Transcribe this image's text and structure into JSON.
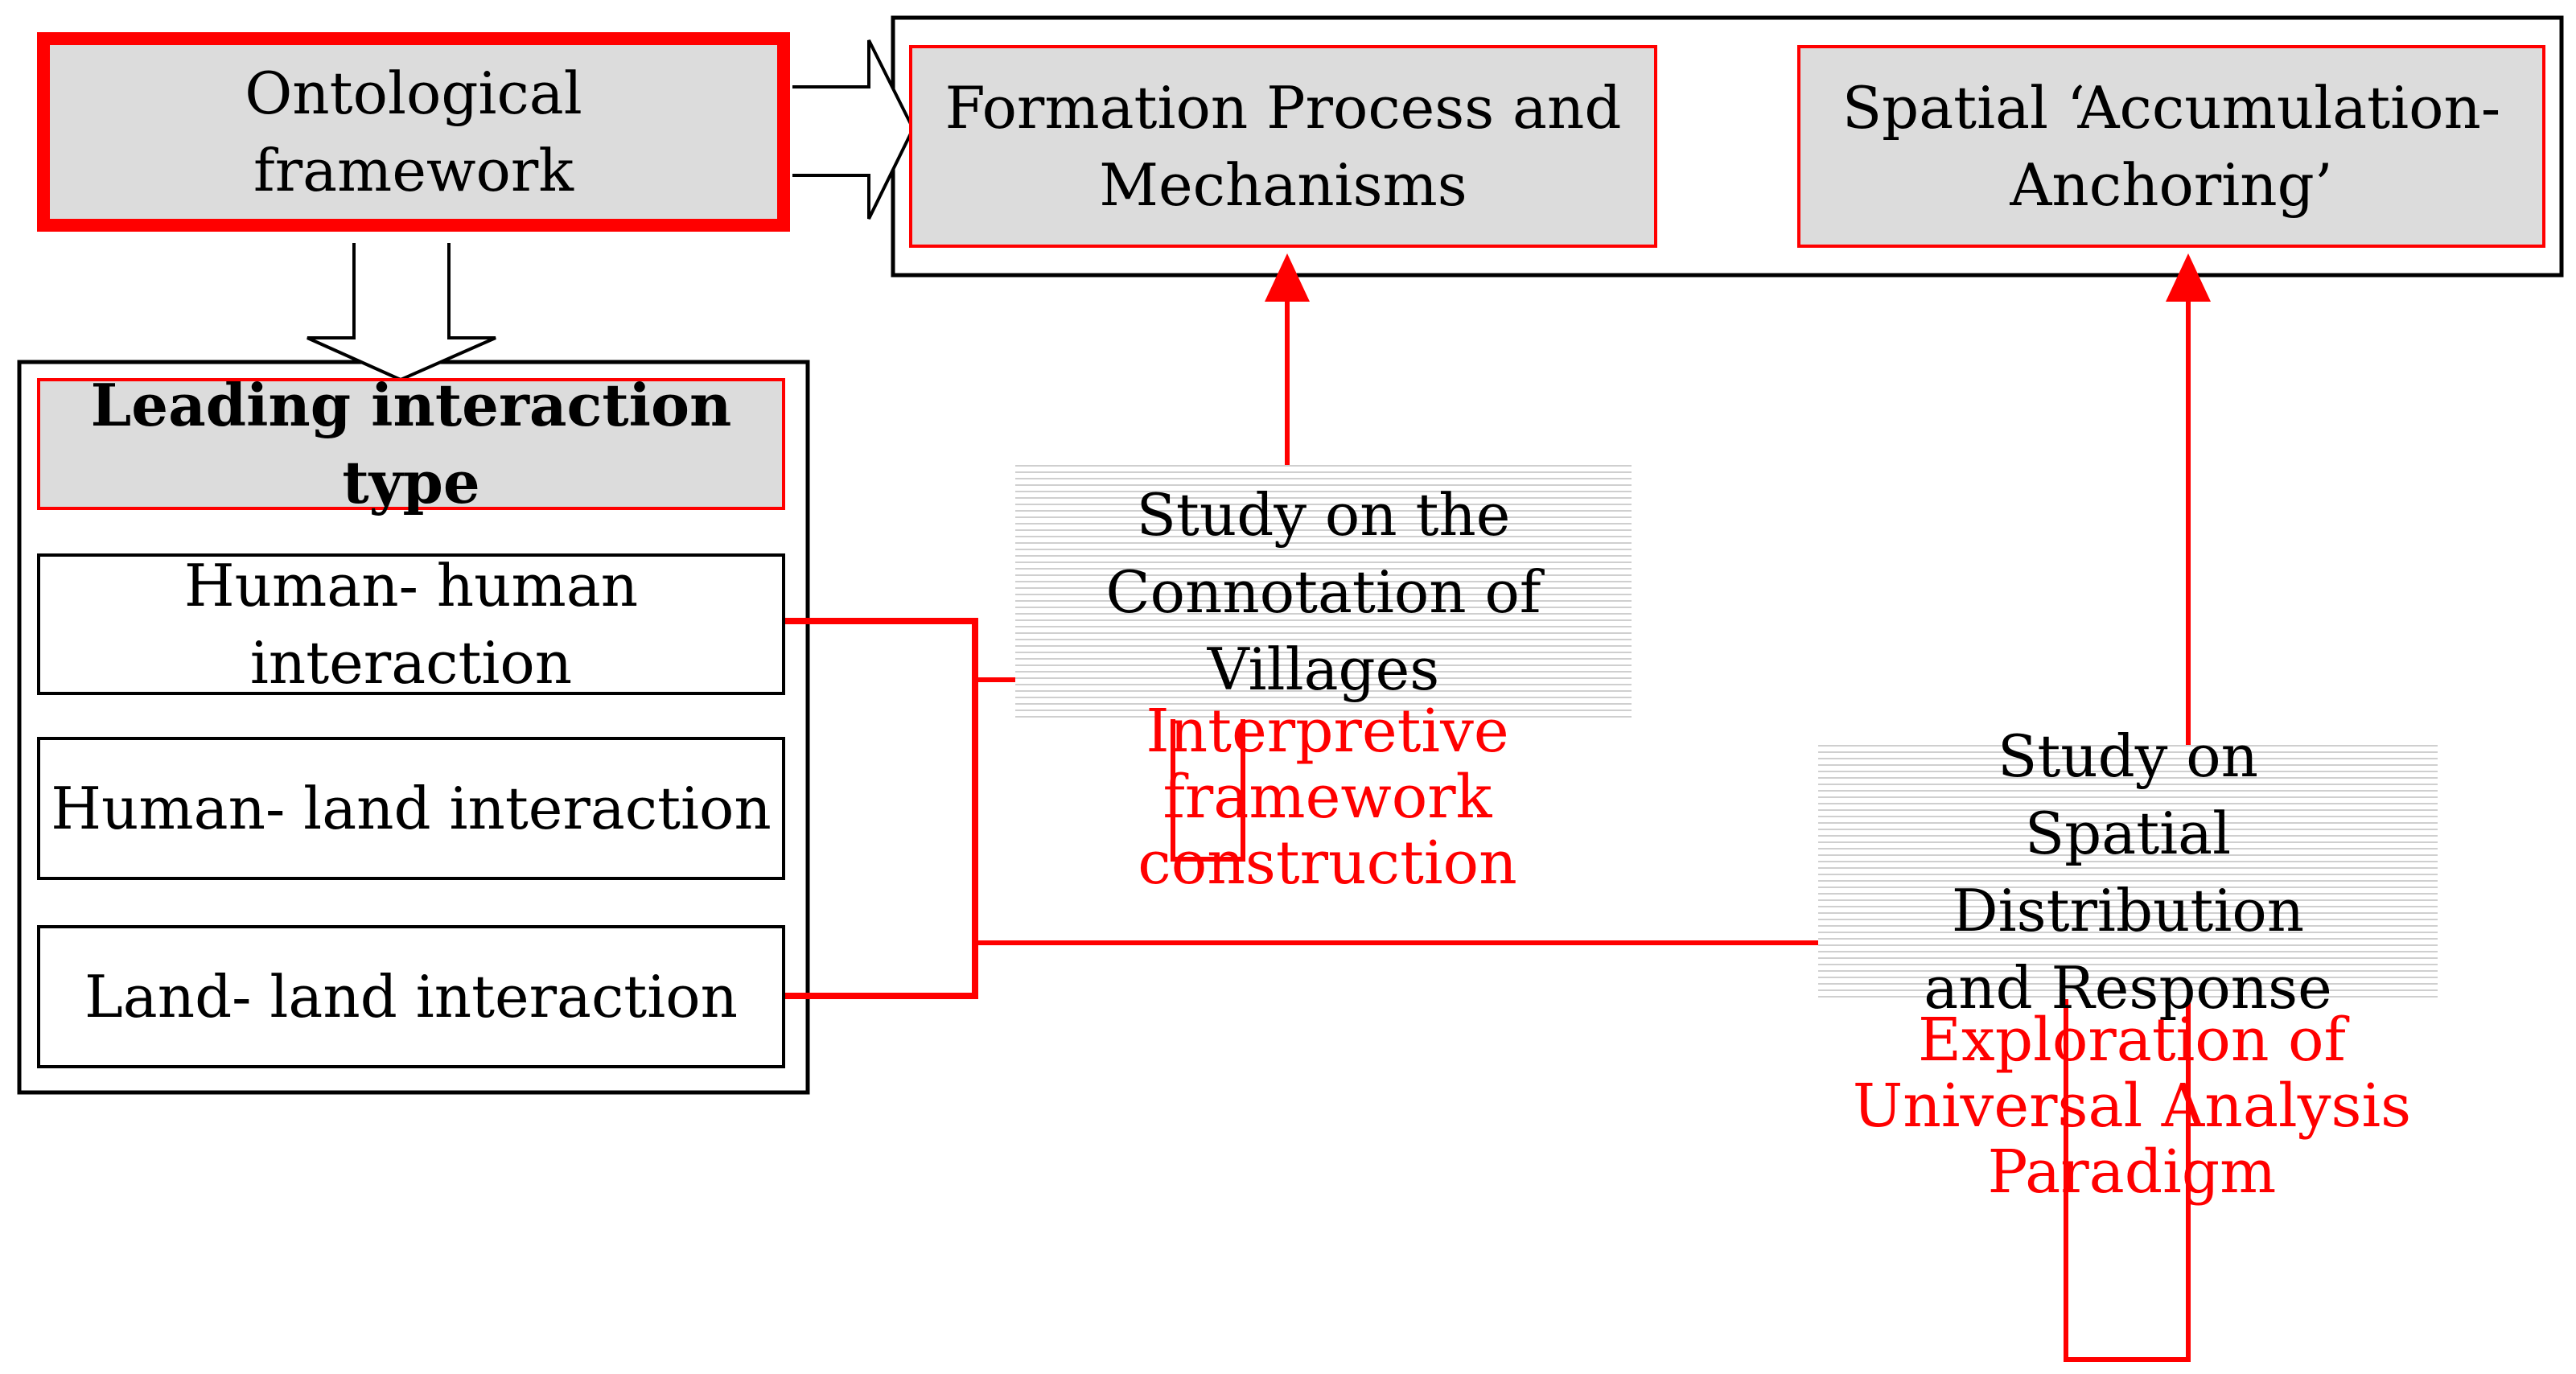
{
  "nodes": {
    "ontological": "Ontological framework",
    "formation": "Formation Process and Mechanisms",
    "spatial_anchor": "Spatial ‘Accumulation-Anchoring’",
    "leading_type": "Leading interaction type",
    "human_human": "Human- human interaction",
    "human_land": "Human- land interaction",
    "land_land": "Land- land interaction",
    "connotation_study": "Study on the Connotation of Villages",
    "distribution_study": "Study on Spatial Distribution and Response"
  },
  "annotations": {
    "interpretive": "Interpretive framework construction",
    "exploration": "Exploration of Universal Analysis Paradigm"
  },
  "colors": {
    "accent": "#ff0000",
    "box_fill": "#dcdcdc",
    "stroke": "#000000"
  }
}
